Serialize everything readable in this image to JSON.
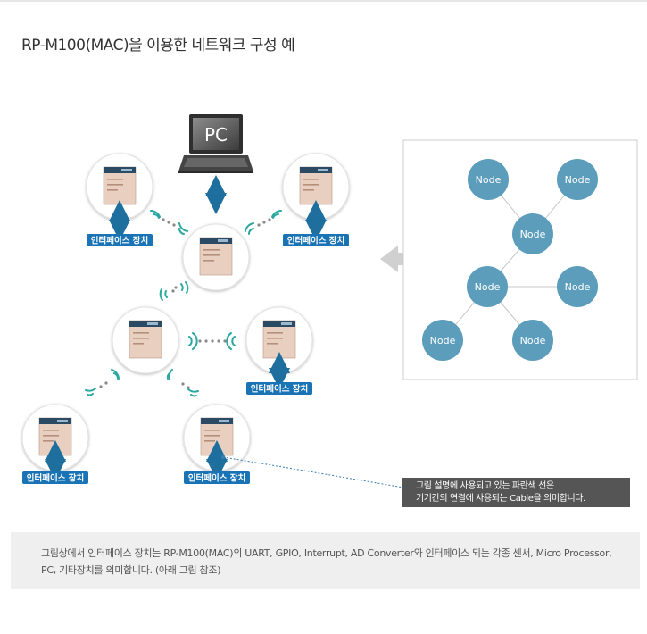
{
  "title": "RP-M100(MAC)을 이용한 네트워크 구성 예",
  "pc_label": "PC",
  "device_tag": "인터페이스 장치",
  "node_label": "Node",
  "note": {
    "line1": "그림 설명에 사용되고 있는 파란색 선은",
    "line2": "기기간의 연결에 사용되는 Cable을 의미합니다."
  },
  "caption": {
    "line1": "그림상에서 인터페이스 장치는 RP-M100(MAC)의 UART, GPIO, Interrupt, AD Converter와 인터페이스 되는 각종 센서, Micro Processor,",
    "line2": "PC, 기타장치를 의미합니다. (아래 그림 참조)"
  },
  "colors": {
    "node_fill": "#5b9dbb",
    "arrow_blue": "#1f6f9e",
    "tag_blue": "#1a73b5",
    "wireless_green": "#2aa7a0",
    "note_bg": "#555555",
    "caption_bg": "#efefef"
  }
}
